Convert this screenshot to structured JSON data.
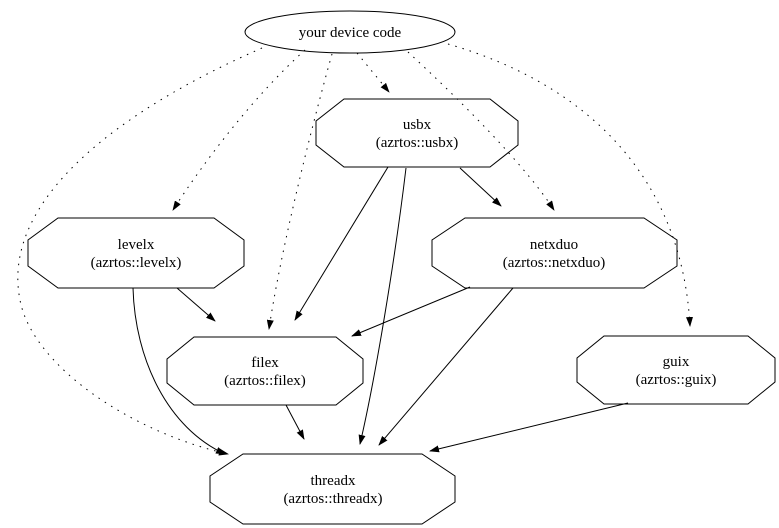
{
  "diagram": {
    "type": "dependency-graph",
    "background_color": "#ffffff",
    "stroke_color": "#000000",
    "edge_styles": {
      "from_device_code": "dotted",
      "between_components": "solid"
    }
  },
  "nodes": {
    "device_code": {
      "label": "your device code",
      "shape": "ellipse"
    },
    "usbx": {
      "title": "usbx",
      "subtitle": "(azrtos::usbx)",
      "shape": "octagon"
    },
    "levelx": {
      "title": "levelx",
      "subtitle": "(azrtos::levelx)",
      "shape": "octagon"
    },
    "netxduo": {
      "title": "netxduo",
      "subtitle": "(azrtos::netxduo)",
      "shape": "octagon"
    },
    "filex": {
      "title": "filex",
      "subtitle": "(azrtos::filex)",
      "shape": "octagon"
    },
    "guix": {
      "title": "guix",
      "subtitle": "(azrtos::guix)",
      "shape": "octagon"
    },
    "threadx": {
      "title": "threadx",
      "subtitle": "(azrtos::threadx)",
      "shape": "octagon"
    }
  },
  "edges": [
    {
      "from": "your device code",
      "to": "usbx",
      "style": "dotted"
    },
    {
      "from": "your device code",
      "to": "levelx",
      "style": "dotted"
    },
    {
      "from": "your device code",
      "to": "netxduo",
      "style": "dotted"
    },
    {
      "from": "your device code",
      "to": "filex",
      "style": "dotted"
    },
    {
      "from": "your device code",
      "to": "guix",
      "style": "dotted"
    },
    {
      "from": "your device code",
      "to": "threadx",
      "style": "dotted"
    },
    {
      "from": "usbx",
      "to": "netxduo",
      "style": "solid"
    },
    {
      "from": "usbx",
      "to": "filex",
      "style": "solid"
    },
    {
      "from": "usbx",
      "to": "threadx",
      "style": "solid"
    },
    {
      "from": "levelx",
      "to": "filex",
      "style": "solid"
    },
    {
      "from": "levelx",
      "to": "threadx",
      "style": "solid"
    },
    {
      "from": "netxduo",
      "to": "filex",
      "style": "solid"
    },
    {
      "from": "netxduo",
      "to": "threadx",
      "style": "solid"
    },
    {
      "from": "filex",
      "to": "threadx",
      "style": "solid"
    },
    {
      "from": "guix",
      "to": "threadx",
      "style": "solid"
    }
  ]
}
